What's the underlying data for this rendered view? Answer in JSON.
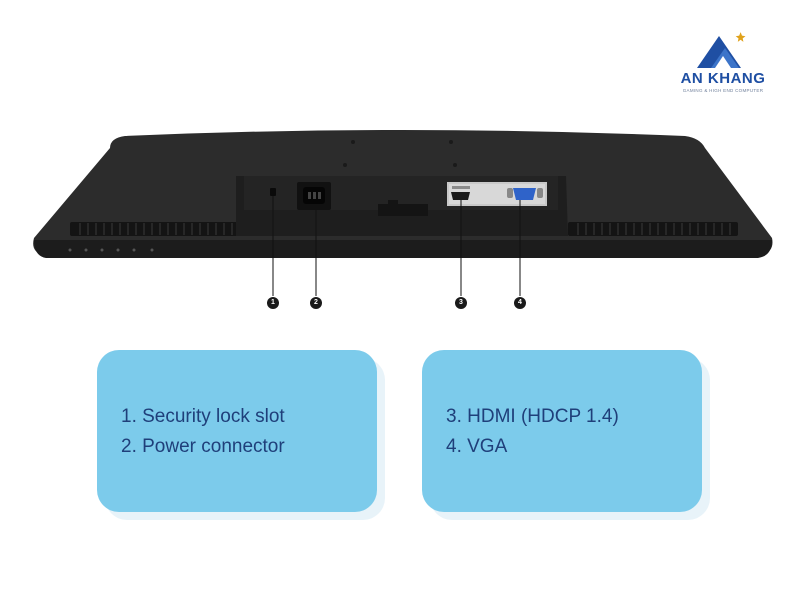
{
  "brand": {
    "name": "AN KHANG",
    "tagline": "GAMING & HIGH END COMPUTER",
    "colors": {
      "primary": "#1f4fa3",
      "star": "#e0a21b"
    }
  },
  "markers": [
    "1",
    "2",
    "3",
    "4"
  ],
  "boxes": [
    {
      "items": [
        "1. Security lock slot",
        "2. Power connector"
      ]
    },
    {
      "items": [
        "3. HDMI (HDCP 1.4)",
        "4. VGA"
      ]
    }
  ],
  "colors": {
    "box_fill": "#7ccbeb",
    "box_text": "#1f3f7a",
    "monitor": "#2b2b2b"
  }
}
